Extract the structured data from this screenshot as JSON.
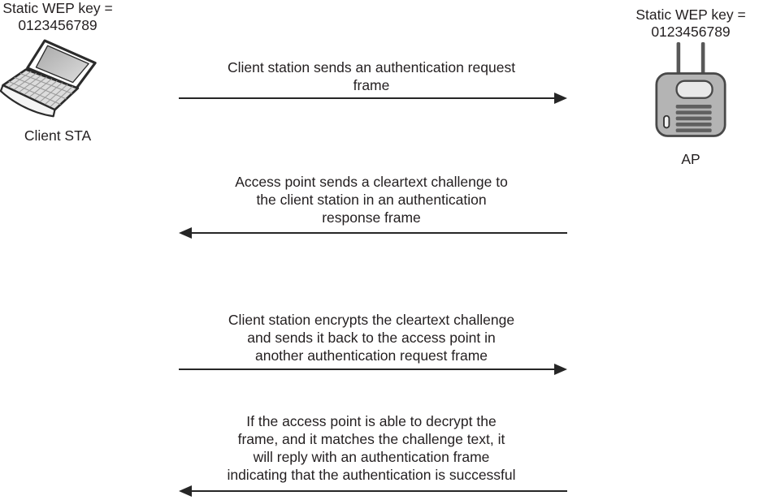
{
  "diagram": {
    "type": "sequence-diagram",
    "topic": "WEP shared key authentication between client station and access point"
  },
  "colors": {
    "background": "#ffffff",
    "text": "#231f20",
    "arrow": "#262626",
    "ap_body": "#b4b4b4",
    "ap_outline": "#484848",
    "ap_panel": "#e9e9e9",
    "ap_vents": "#606060",
    "laptop_outline": "#2b2b2b",
    "laptop_screen": "#c9c9c9",
    "laptop_keys": "#dcdcdc"
  },
  "devices": {
    "client": {
      "wep_key_label": "Static WEP key =\n0123456789",
      "name": "Client STA",
      "icon": "laptop-icon"
    },
    "ap": {
      "wep_key_label": "Static WEP key =\n0123456789",
      "name": "AP",
      "icon": "access-point-icon"
    }
  },
  "messages": [
    {
      "step": 1,
      "direction": "right",
      "text": "Client station sends an authentication request\nframe"
    },
    {
      "step": 2,
      "direction": "left",
      "text": "Access point sends a cleartext challenge to\nthe client station in an authentication\nresponse frame"
    },
    {
      "step": 3,
      "direction": "right",
      "text": "Client station encrypts the cleartext challenge\nand sends it back to the access point in\nanother authentication request frame"
    },
    {
      "step": 4,
      "direction": "left",
      "text": "If the access point is able to decrypt the\nframe, and it matches the challenge text, it\nwill reply with an authentication frame\nindicating that the authentication is successful"
    }
  ]
}
